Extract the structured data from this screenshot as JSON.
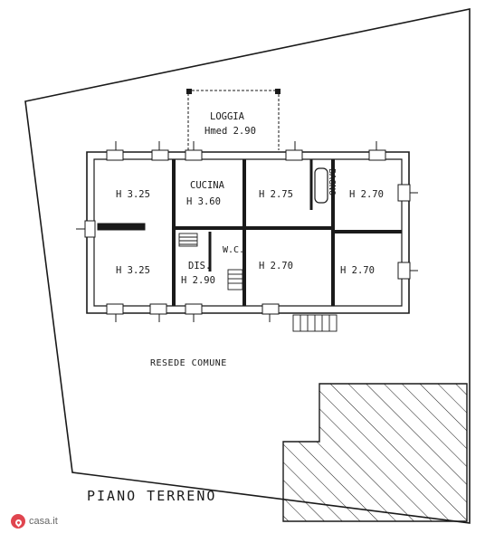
{
  "plan": {
    "loggia": {
      "name": "LOGGIA",
      "height": "Hmed 2.90"
    },
    "rooms": {
      "left_top": "H 3.25",
      "left_bottom": "H 3.25",
      "cucina_name": "CUCINA",
      "cucina_height": "H 3.60",
      "room_275": "H 2.75",
      "bagno": "BAGNO",
      "right_top": "H 2.70",
      "wc": "W.C.",
      "dis_name": "DIS.",
      "dis_height": "H 2.90",
      "center_bottom": "H 2.70",
      "right_bottom": "H 2.70"
    },
    "resede": "RESEDE COMUNE",
    "title": "PIANO TERRENO"
  },
  "watermark": {
    "brand": "casa.it"
  },
  "colors": {
    "ink": "#1a1a1a",
    "background": "#ffffff",
    "brand": "#e0454f"
  }
}
